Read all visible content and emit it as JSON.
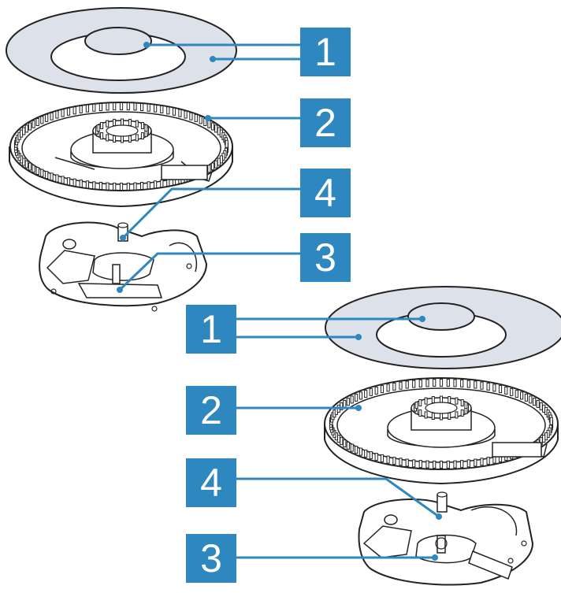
{
  "accent_color": "#2e87be",
  "cap_fill": "#dde2ea",
  "burner_left": {
    "labels": [
      "1",
      "2",
      "4",
      "3"
    ]
  },
  "burner_right": {
    "labels": [
      "1",
      "2",
      "4",
      "3"
    ]
  }
}
